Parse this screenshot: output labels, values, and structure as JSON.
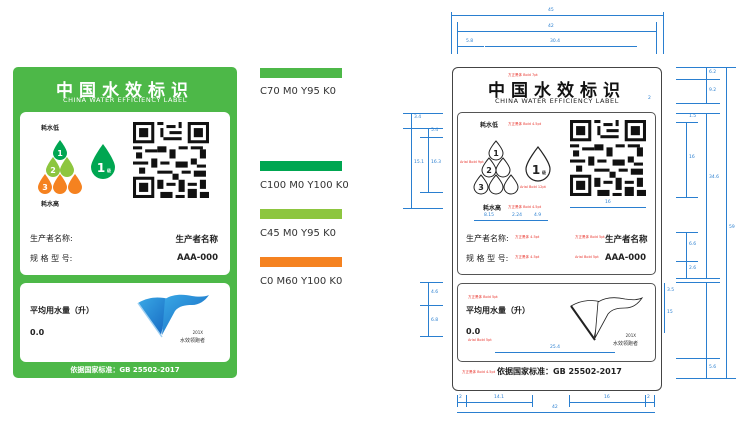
{
  "colored_label": {
    "title_cn": "中国水效标识",
    "title_en": "CHINA WATER EFFICIENCY LABEL",
    "low_water_label": "耗水低",
    "high_water_label": "耗水高",
    "grade_drops": [
      "1",
      "2",
      "3"
    ],
    "current_grade": "1",
    "current_grade_suffix": "级",
    "manufacturer_label": "生产者名称:",
    "manufacturer_value": "生产者名称",
    "model_label": "规 格 型 号:",
    "model_value": "AAA-000",
    "avg_water_label": "平均用水量（升）",
    "avg_water_value": "0.0",
    "logo_year": "201X",
    "logo_text": "水效领跑者",
    "footer": "依据国家标准：GB 25502-2017",
    "colors": {
      "panel_green": "#4db848",
      "dark_green": "#00a651",
      "light_green": "#8dc63f",
      "orange": "#f58220",
      "logo_blue": "#1e88d6"
    }
  },
  "swatches": [
    {
      "label": "C70 M0 Y95 K0",
      "color": "#4db848"
    },
    {
      "label": "C100 M0 Y100 K0",
      "color": "#00a651"
    },
    {
      "label": "C45 M0 Y95 K0",
      "color": "#8dc63f"
    },
    {
      "label": "C0 M60 Y100 K0",
      "color": "#f58220"
    }
  ],
  "spec_label": {
    "title_cn": "中国水效标识",
    "title_en": "CHINA WATER EFFICIENCY LABEL",
    "low_water_label": "耗水低",
    "high_water_label": "耗水高",
    "current_grade": "1",
    "current_grade_suffix": "级",
    "manufacturer_label": "生产者名称:",
    "manufacturer_value": "生产者名称",
    "model_label": "规 格 型 号:",
    "model_value": "AAA-000",
    "avg_water_label": "平均用水量（升）",
    "avg_water_value": "0.0",
    "logo_year": "201X",
    "logo_text": "水效领跑者",
    "footer": "依据国家标准：GB 25502-2017",
    "dimensions": {
      "top_total": "45",
      "top_inner": "42",
      "top_left_margin": "5.8",
      "title_width": "30.4",
      "corner": "2",
      "drops_w1": "8.15",
      "drops_w2": "2.24",
      "drops_w3": "4.9",
      "qr_width": "16",
      "avg_width": "25.4",
      "bottom_left_margin": "2",
      "bottom_left": "14.1",
      "bottom_right": "16",
      "bottom_right_margin": "2",
      "bottom_total": "42",
      "left_dims": [
        "3.4",
        "5.4",
        "15.1",
        "16.3",
        "4.6",
        "6.8"
      ],
      "right_dims": [
        "6.2",
        "9.2",
        "1.5",
        "16",
        "34.6",
        "6.6",
        "2.6",
        "15",
        "3.5",
        "5.6",
        "59"
      ]
    }
  }
}
